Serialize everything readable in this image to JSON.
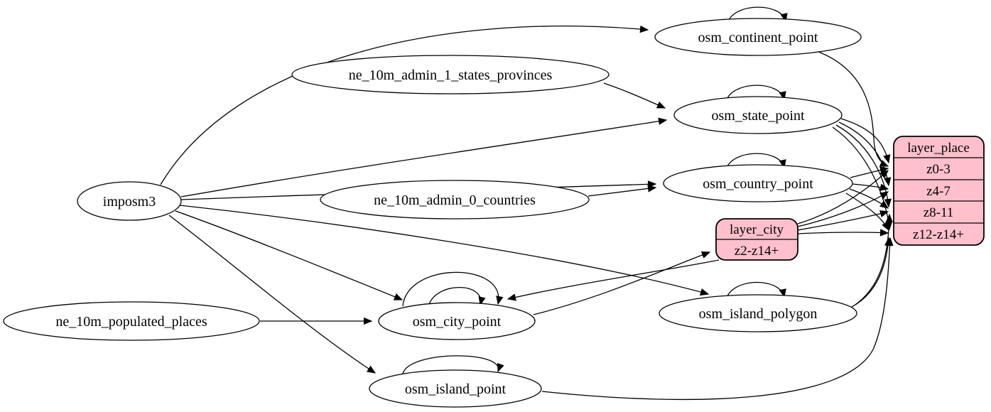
{
  "diagram": {
    "kind": "etl-graph",
    "colors": {
      "background": "#ffffff",
      "table_fill": "#ffffff",
      "layer_fill": "#ffc0cb",
      "stroke": "#000000"
    },
    "sources": [
      {
        "id": "imposm3",
        "label": "imposm3"
      },
      {
        "id": "ne_10m_admin_1_states_provinces",
        "label": "ne_10m_admin_1_states_provinces"
      },
      {
        "id": "ne_10m_admin_0_countries",
        "label": "ne_10m_admin_0_countries"
      },
      {
        "id": "ne_10m_populated_places",
        "label": "ne_10m_populated_places"
      }
    ],
    "tables": [
      {
        "id": "osm_continent_point",
        "label": "osm_continent_point",
        "self_loops": 1
      },
      {
        "id": "osm_state_point",
        "label": "osm_state_point",
        "self_loops": 1
      },
      {
        "id": "osm_country_point",
        "label": "osm_country_point",
        "self_loops": 1
      },
      {
        "id": "osm_city_point",
        "label": "osm_city_point",
        "self_loops": 2
      },
      {
        "id": "osm_island_polygon",
        "label": "osm_island_polygon",
        "self_loops": 1
      },
      {
        "id": "osm_island_point",
        "label": "osm_island_point",
        "self_loops": 1
      }
    ],
    "layers": [
      {
        "id": "layer_place",
        "label": "layer_place",
        "rows": [
          "z0-3",
          "z4-7",
          "z8-11",
          "z12-z14+"
        ]
      },
      {
        "id": "layer_city",
        "label": "layer_city",
        "rows": [
          "z2-z14+"
        ]
      }
    ],
    "edges": [
      {
        "from": "imposm3",
        "to": "osm_continent_point"
      },
      {
        "from": "imposm3",
        "to": "osm_state_point"
      },
      {
        "from": "imposm3",
        "to": "osm_country_point"
      },
      {
        "from": "imposm3",
        "to": "osm_city_point"
      },
      {
        "from": "imposm3",
        "to": "osm_island_polygon"
      },
      {
        "from": "imposm3",
        "to": "osm_island_point"
      },
      {
        "from": "ne_10m_admin_1_states_provinces",
        "to": "osm_state_point"
      },
      {
        "from": "ne_10m_admin_0_countries",
        "to": "osm_country_point"
      },
      {
        "from": "ne_10m_populated_places",
        "to": "osm_city_point"
      },
      {
        "from": "osm_continent_point",
        "to": "osm_continent_point"
      },
      {
        "from": "osm_state_point",
        "to": "osm_state_point"
      },
      {
        "from": "osm_country_point",
        "to": "osm_country_point"
      },
      {
        "from": "osm_city_point",
        "to": "osm_city_point"
      },
      {
        "from": "osm_city_point",
        "to": "osm_city_point"
      },
      {
        "from": "osm_island_polygon",
        "to": "osm_island_polygon"
      },
      {
        "from": "osm_island_point",
        "to": "osm_island_point"
      },
      {
        "from": "osm_city_point",
        "to": "layer_city:z2-z14+"
      },
      {
        "from": "layer_city",
        "to": "osm_city_point"
      },
      {
        "from": "osm_continent_point",
        "to": "layer_place:z0-3"
      },
      {
        "from": "osm_state_point",
        "to": "layer_place:z0-3"
      },
      {
        "from": "osm_state_point",
        "to": "layer_place:z4-7"
      },
      {
        "from": "osm_state_point",
        "to": "layer_place:z8-11"
      },
      {
        "from": "osm_state_point",
        "to": "layer_place:z12-z14+"
      },
      {
        "from": "osm_country_point",
        "to": "layer_place:z0-3"
      },
      {
        "from": "osm_country_point",
        "to": "layer_place:z4-7"
      },
      {
        "from": "osm_country_point",
        "to": "layer_place:z8-11"
      },
      {
        "from": "osm_country_point",
        "to": "layer_place:z12-z14+"
      },
      {
        "from": "osm_island_polygon",
        "to": "layer_place:z8-11"
      },
      {
        "from": "osm_island_polygon",
        "to": "layer_place:z12-z14+"
      },
      {
        "from": "osm_island_point",
        "to": "layer_place:z12-z14+"
      },
      {
        "from": "layer_city",
        "to": "layer_place:z0-3"
      },
      {
        "from": "layer_city",
        "to": "layer_place:z4-7"
      },
      {
        "from": "layer_city",
        "to": "layer_place:z8-11"
      },
      {
        "from": "layer_city",
        "to": "layer_place:z12-z14+"
      }
    ]
  }
}
